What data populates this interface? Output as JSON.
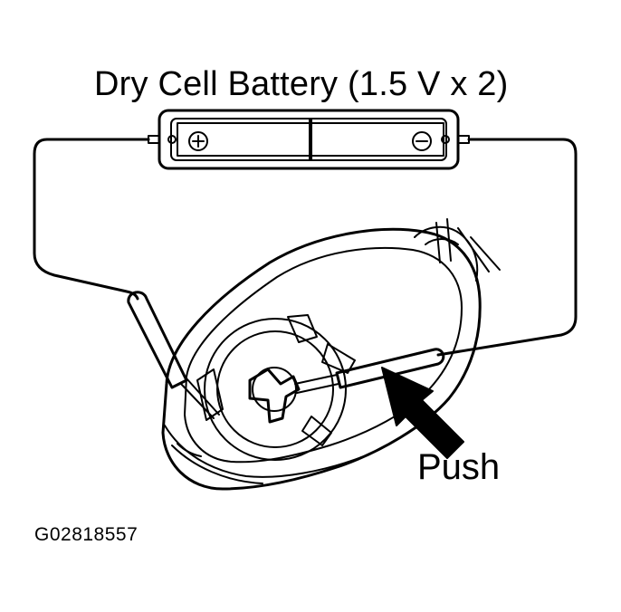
{
  "diagram": {
    "title": "Dry Cell Battery (1.5 V x 2)",
    "push_label": "Push",
    "figure_id": "G02818557",
    "battery_terminals": {
      "positive_symbol": "⊕",
      "negative_symbol": "⊖"
    },
    "icons": [
      "battery-holder-icon",
      "wire-icon",
      "probe-icon",
      "key-remote-case-icon",
      "push-arrow-icon"
    ]
  }
}
